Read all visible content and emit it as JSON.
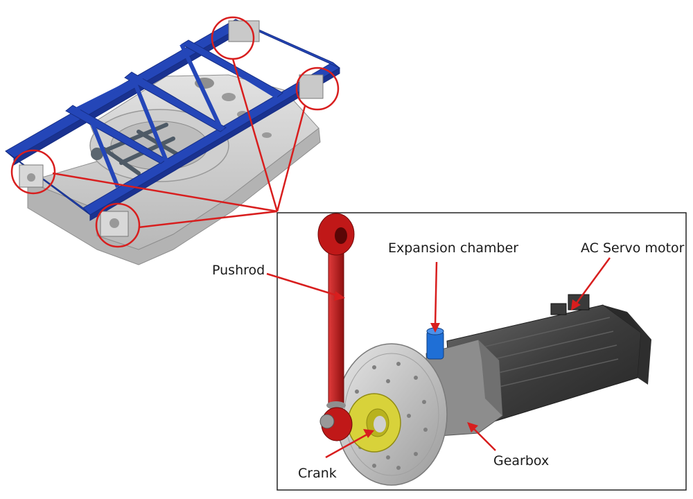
{
  "labels": {
    "pushrod": "Pushrod",
    "expansion_chamber": "Expansion chamber",
    "servo_motor": "AC Servo motor",
    "gearbox": "Gearbox",
    "crank": "Crank"
  },
  "colors": {
    "frame": "#2446b8",
    "frame_dark": "#1a3290",
    "platform": "#d2d2d2",
    "platform_dark": "#a9a9a9",
    "callout": "#d81e1e",
    "pushrod": "#c01818",
    "crank": "#d8d23a",
    "chamber": "#1f6fd6",
    "motor": "#4a4a4a",
    "disc": "#c8c8c8",
    "border": "#222222"
  }
}
